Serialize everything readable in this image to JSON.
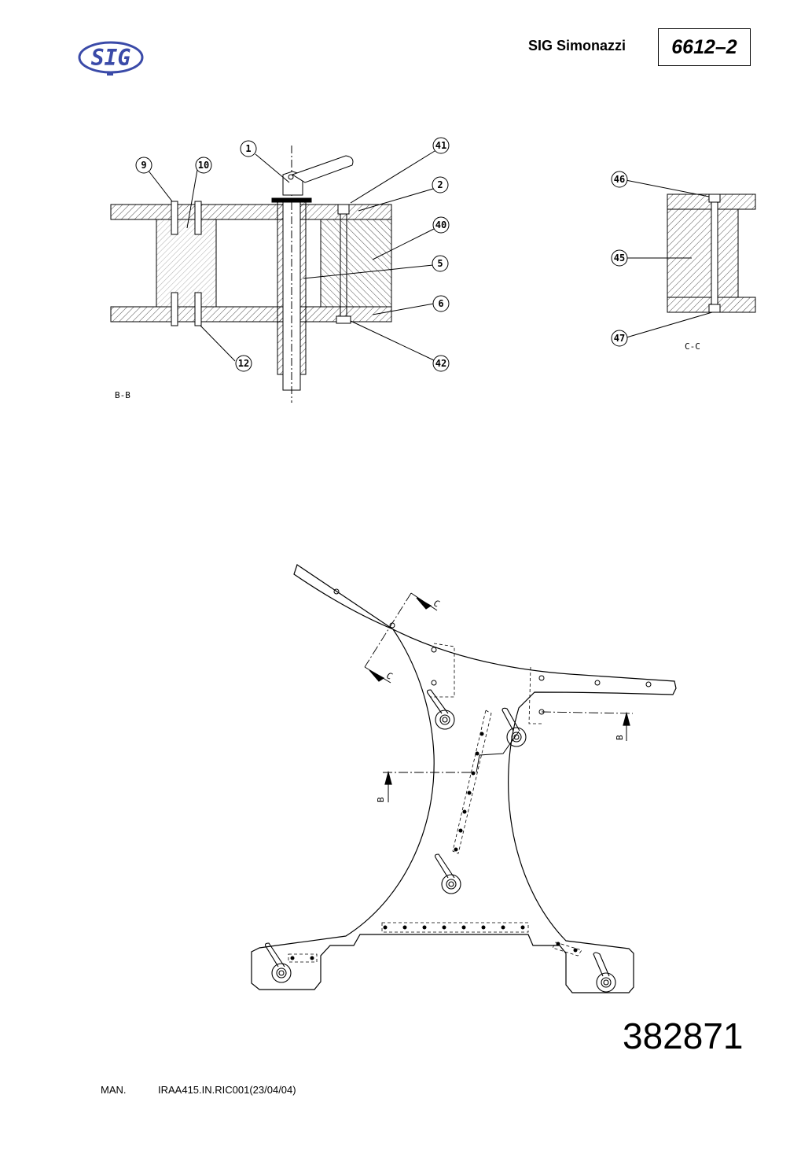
{
  "header": {
    "brand": "SIG Simonazzi",
    "code": "6612–2",
    "logo_text": "SIG"
  },
  "footer": {
    "man": "MAN.",
    "ref": "IRAA415.IN.RIC001(23/04/04)",
    "doc_number": "382871"
  },
  "section_bb": {
    "title": "B-B",
    "callouts": [
      "1",
      "41",
      "9",
      "10",
      "2",
      "40",
      "5",
      "6",
      "12",
      "42"
    ]
  },
  "section_cc": {
    "title": "C-C",
    "callouts": [
      "46",
      "45",
      "47"
    ]
  },
  "plan": {
    "cut_c_upper": "C",
    "cut_c_lower": "C",
    "cut_b_right": "B",
    "cut_b_left": "B"
  },
  "colors": {
    "logo_blue": "#3a4aa8",
    "line": "#000000"
  }
}
